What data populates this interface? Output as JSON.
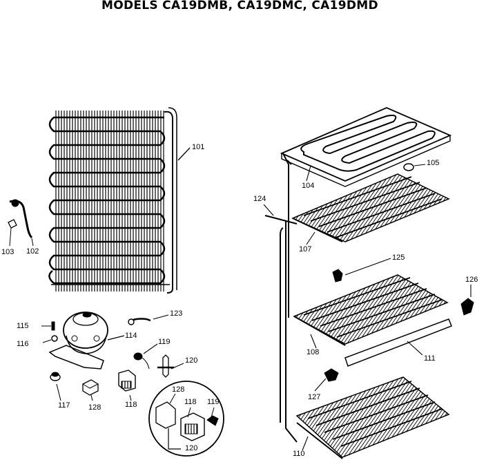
{
  "header": {
    "title": "MODELS CA19DMB, CA19DMC, CA19DMD"
  },
  "parts": [
    {
      "id": "p101",
      "label": "101"
    },
    {
      "id": "p102",
      "label": "102"
    },
    {
      "id": "p103",
      "label": "103"
    },
    {
      "id": "p104",
      "label": "104"
    },
    {
      "id": "p105",
      "label": "105"
    },
    {
      "id": "p107",
      "label": "107"
    },
    {
      "id": "p108",
      "label": "108"
    },
    {
      "id": "p110",
      "label": "110"
    },
    {
      "id": "p111",
      "label": "111"
    },
    {
      "id": "p114",
      "label": "114"
    },
    {
      "id": "p115",
      "label": "115"
    },
    {
      "id": "p116",
      "label": "116"
    },
    {
      "id": "p117",
      "label": "117"
    },
    {
      "id": "p118",
      "label": "118"
    },
    {
      "id": "p118b",
      "label": "118"
    },
    {
      "id": "p119",
      "label": "119"
    },
    {
      "id": "p119b",
      "label": "119"
    },
    {
      "id": "p120",
      "label": "120"
    },
    {
      "id": "p120b",
      "label": "120"
    },
    {
      "id": "p123",
      "label": "123"
    },
    {
      "id": "p124",
      "label": "124"
    },
    {
      "id": "p125",
      "label": "125"
    },
    {
      "id": "p126",
      "label": "126"
    },
    {
      "id": "p127",
      "label": "127"
    },
    {
      "id": "p128",
      "label": "128"
    },
    {
      "id": "p128b",
      "label": "128"
    }
  ]
}
